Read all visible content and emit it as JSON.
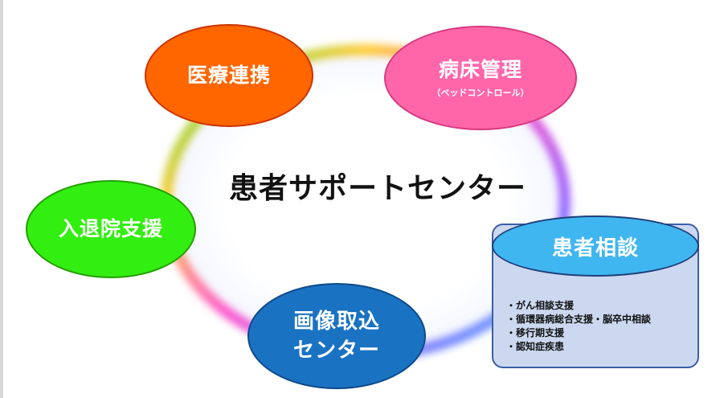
{
  "center_title": "患者サポートセンター",
  "nodes": {
    "iryo": {
      "label": "医療連携",
      "color": "#ff6600"
    },
    "byosho": {
      "label": "病床管理",
      "sub": "（ベッドコントロール）",
      "color": "#ff66aa"
    },
    "nyutai": {
      "label": "入退院支援",
      "color": "#33ee11"
    },
    "gazo": {
      "label_line1": "画像取込",
      "label_line2": "センター",
      "color": "#1a72c2"
    },
    "soudan": {
      "label": "患者相談",
      "color": "#3fb6ef",
      "items": [
        "・がん相談支援",
        "・循環器病総合支援・脳卒中相談",
        "・移行期支援",
        "・認知症疾患"
      ]
    }
  }
}
